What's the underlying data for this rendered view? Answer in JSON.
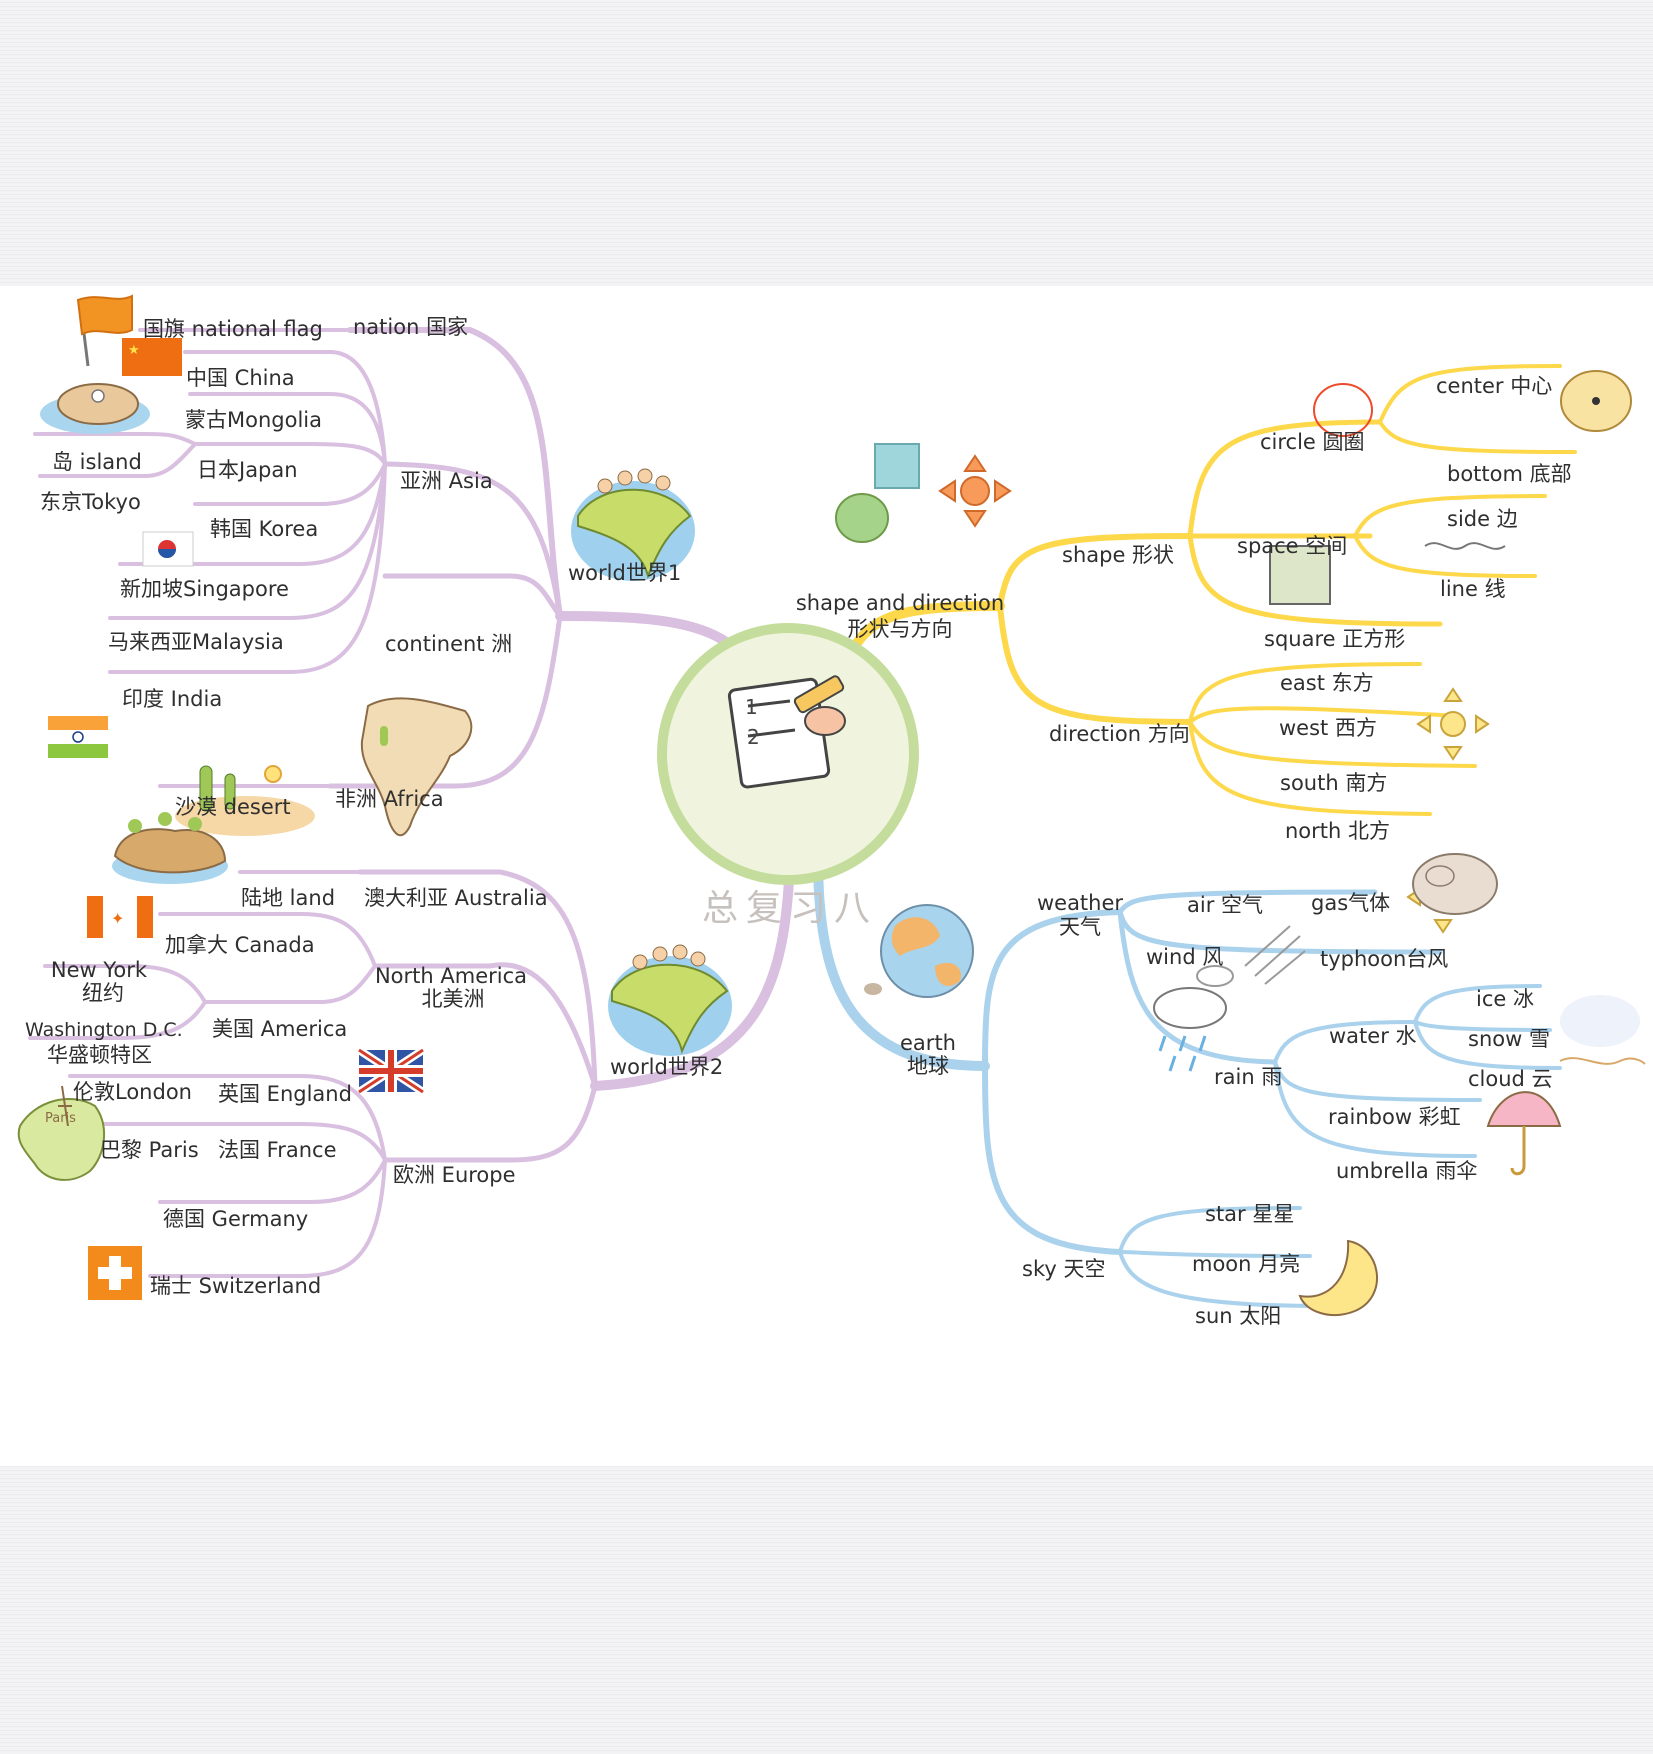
{
  "center": {
    "title": "总复习八"
  },
  "world1": {
    "label": "world世界1",
    "nation": "nation 国家",
    "national_flag": "国旗 national flag",
    "continent": "continent 洲",
    "asia": "亚洲 Asia",
    "china": "中国 China",
    "mongolia": "蒙古Mongolia",
    "island": "岛 island",
    "japan": "日本Japan",
    "tokyo": "东京Tokyo",
    "korea": "韩国 Korea",
    "singapore": "新加坡Singapore",
    "malaysia": "马来西亚Malaysia",
    "india": "印度 India",
    "desert": "沙漠 desert",
    "africa": "非洲 Africa"
  },
  "world2": {
    "label": "world世界2",
    "land": "陆地 land",
    "australia": "澳大利亚 Australia",
    "canada": "加拿大 Canada",
    "north_america": "North America",
    "north_america_cn": "北美洲",
    "new_york": "New York",
    "new_york_cn": "纽约",
    "washington": "Washington D.C.",
    "washington_cn": "华盛顿特区",
    "america": "美国 America",
    "london": "伦敦London",
    "england": "英国 England",
    "paris": "巴黎 Paris",
    "paris_sign": "Paris",
    "france": "法国 France",
    "europe": "欧洲 Europe",
    "germany": "德国 Germany",
    "switzerland": "瑞士 Switzerland"
  },
  "shape_direction": {
    "label": "shape and direction",
    "label_cn": "形状与方向",
    "shape": "shape 形状",
    "circle": "circle 圆圈",
    "center": "center 中心",
    "bottom": "bottom 底部",
    "space": "space 空间",
    "side": "side 边",
    "line": "line 线",
    "square": "square 正方形",
    "direction": "direction 方向",
    "east": "east 东方",
    "west": "west 西方",
    "south": "south 南方",
    "north": "north 北方"
  },
  "earth": {
    "label": "earth",
    "label_cn": "地球",
    "weather": "weather",
    "weather_cn": "天气",
    "air": "air 空气",
    "gas": "gas气体",
    "wind": "wind 风",
    "typhoon": "typhoon台风",
    "water": "water 水",
    "ice": "ice 冰",
    "snow": "snow 雪",
    "cloud": "cloud 云",
    "rain": "rain 雨",
    "rainbow": "rainbow 彩虹",
    "umbrella": "umbrella 雨伞",
    "sky": "sky 天空",
    "star": "star 星星",
    "moon": "moon 月亮",
    "sun": "sun 太阳"
  },
  "colors": {
    "purple": "#d9bfe0",
    "yellow": "#fcd84a",
    "blue": "#aad2ec",
    "center_ring": "#c5dd9c",
    "center_fill": "#f0f4de"
  },
  "icons": [
    "notepad-pencil-icon",
    "orange-flag-icon",
    "china-flag-icon",
    "island-icon",
    "korea-flag-icon",
    "india-flag-icon",
    "desert-icon",
    "africa-icon",
    "globe-people-icon",
    "land-island-icon",
    "canada-flag-icon",
    "uk-flag-icon",
    "france-map-icon",
    "swiss-flag-icon",
    "blue-square-icon",
    "green-circle-icon",
    "arrows-icon",
    "red-circle-icon",
    "center-dot-icon",
    "square-icon",
    "wavy-line-icon",
    "compass-icon",
    "earth-icon",
    "gas-cloud-icon",
    "wind-icon",
    "rain-cloud-icon",
    "snow-cloud-icon",
    "umbrella-icon",
    "moon-icon"
  ]
}
